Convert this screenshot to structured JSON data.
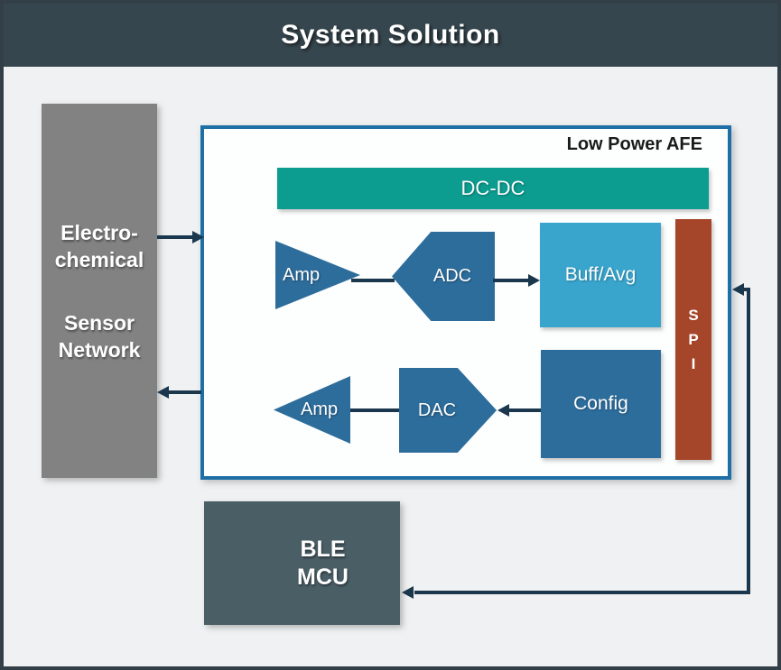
{
  "title": "System Solution",
  "sensor": {
    "line1": "Electro-",
    "line2": "chemical",
    "line3": "Sensor",
    "line4": "Network"
  },
  "afe": {
    "label": "Low Power AFE",
    "dcdc": "DC-DC",
    "amp_top": "Amp",
    "adc": "ADC",
    "buff_avg": "Buff/Avg",
    "amp_bottom": "Amp",
    "dac": "DAC",
    "config": "Config",
    "spi_letters": [
      "S",
      "P",
      "I"
    ]
  },
  "mcu": {
    "line1": "BLE",
    "line2": "MCU"
  },
  "colors": {
    "title_bar": "#36464e",
    "background": "#eff1f2",
    "frame_border": "#333f46",
    "sensor_gray": "#828282",
    "afe_border_blue": "#1d6fa5",
    "dcdc_teal": "#0d9c90",
    "block_blue": "#2d6d9c",
    "buff_light_blue": "#39a5cd",
    "spi_rust": "#a5452a",
    "mcu_slate": "#4a5e66",
    "arrow_navy": "#1b374d"
  }
}
